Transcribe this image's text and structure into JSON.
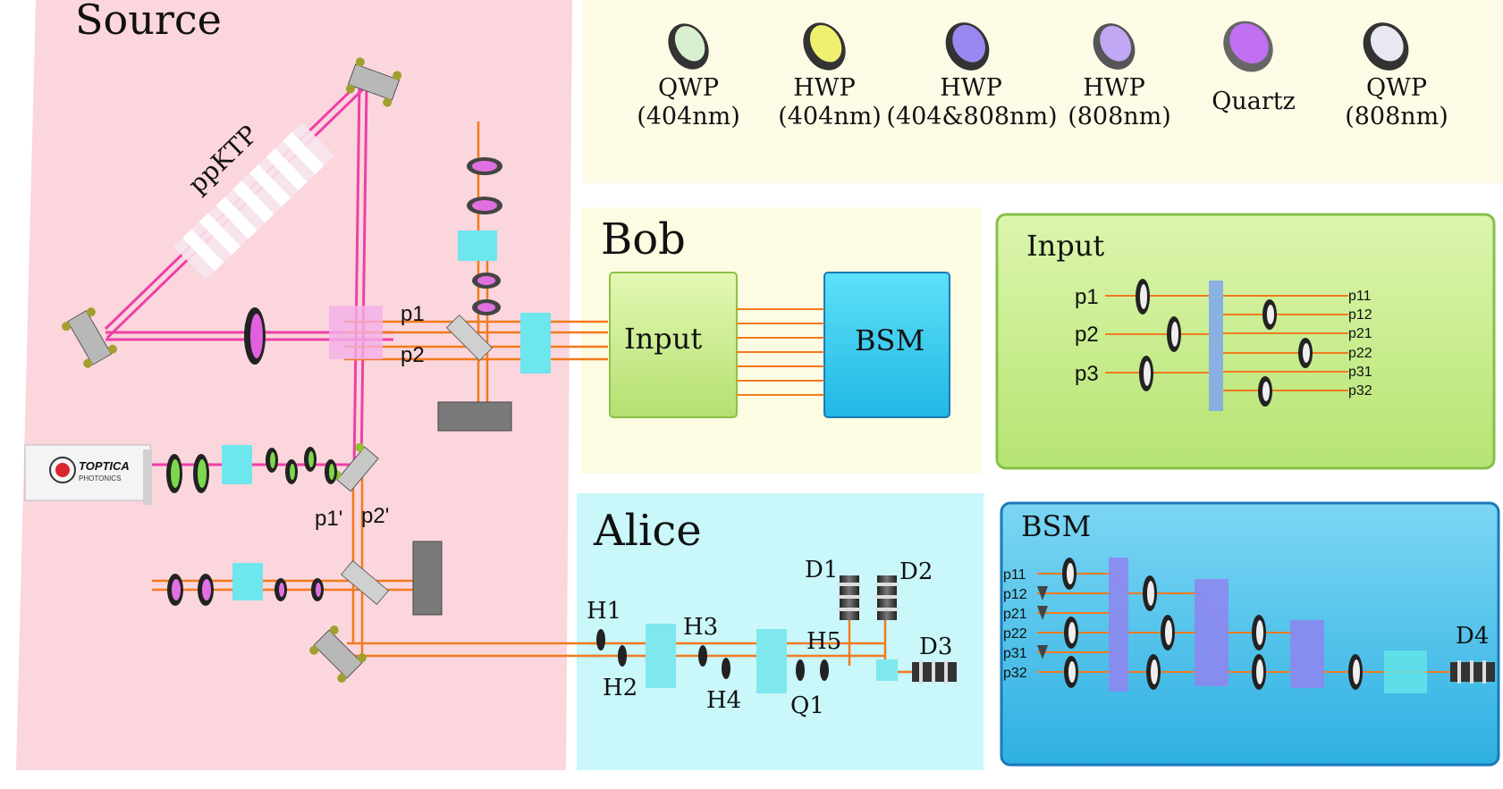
{
  "panels": {
    "source": "Source",
    "bob": "Bob",
    "alice": "Alice",
    "input_panel": "Input",
    "bsm_panel": "BSM"
  },
  "legend": [
    {
      "name": "QWP",
      "sub": "(404nm)",
      "fill": "#d8f0d0"
    },
    {
      "name": "HWP",
      "sub": "(404nm)",
      "fill": "#f0f070"
    },
    {
      "name": "HWP",
      "sub": "(404&808nm)",
      "fill": "#9a88f0"
    },
    {
      "name": "HWP",
      "sub": "(808nm)",
      "fill": "#c0a8f4"
    },
    {
      "name": "Quartz",
      "sub": "",
      "fill": "#c070f0"
    },
    {
      "name": "QWP",
      "sub": "(808nm)",
      "fill": "#e8e8f0"
    }
  ],
  "source": {
    "crystal": "ppKTP",
    "beam_p1": "p1",
    "beam_p2": "p2",
    "beam_p1p": "p1'",
    "beam_p2p": "p2'",
    "laser_brand": "TOPTICA",
    "laser_sub": "PHOTONICS"
  },
  "bob": {
    "input_box": "Input",
    "bsm_box": "BSM"
  },
  "alice": {
    "H1": "H1",
    "H2": "H2",
    "H3": "H3",
    "H4": "H4",
    "H5": "H5",
    "Q1": "Q1",
    "D1": "D1",
    "D2": "D2",
    "D3": "D3"
  },
  "input_detail": {
    "inputs": [
      "p1",
      "p2",
      "p3"
    ],
    "outputs": [
      "p11",
      "p12",
      "p21",
      "p22",
      "p31",
      "p32"
    ]
  },
  "bsm_detail": {
    "inputs": [
      "p11",
      "p12",
      "p21",
      "p22",
      "p31",
      "p32"
    ],
    "detector": "D4"
  },
  "colors": {
    "source_bg": "#fbd6dc",
    "cream_bg": "#fdfbe6",
    "alice_bg": "#c9f7fa",
    "input_green": "#cdef98",
    "bsm_blue": "#52c8ee",
    "pump_beam": "#ee3fa8",
    "photon_beam": "#f27a1e"
  }
}
